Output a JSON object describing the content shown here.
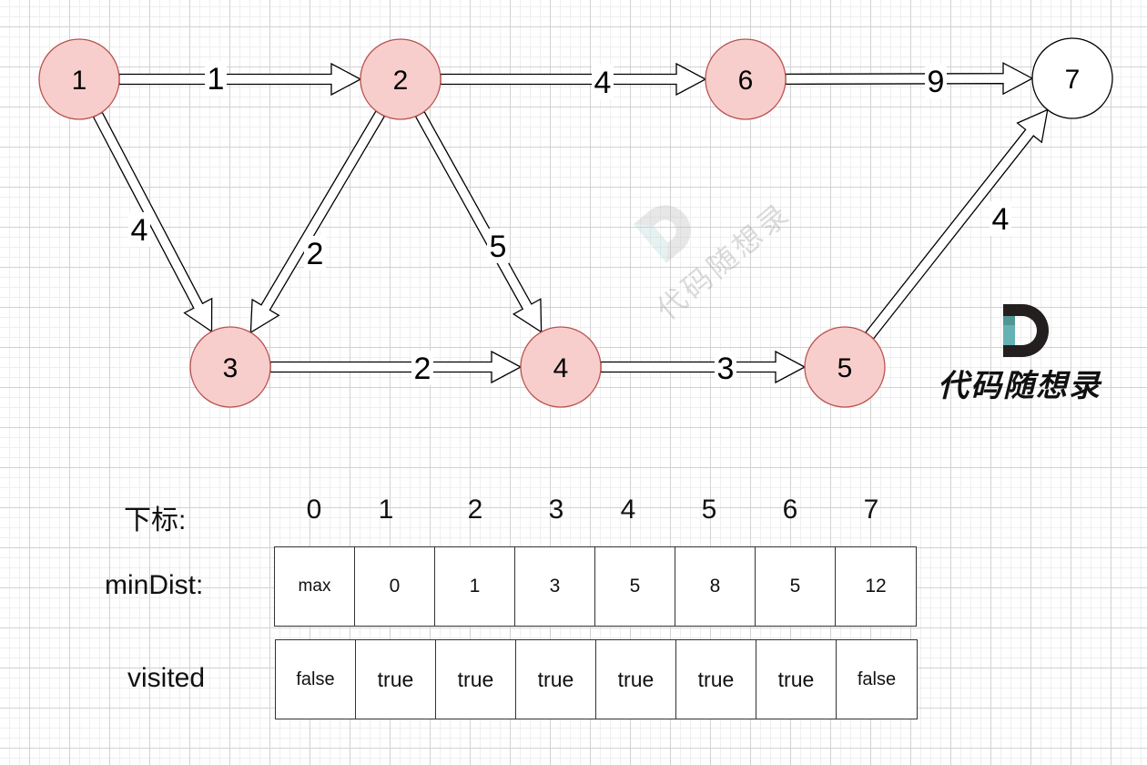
{
  "graph": {
    "nodes": [
      {
        "id": "1",
        "label": "1",
        "state": "visited"
      },
      {
        "id": "2",
        "label": "2",
        "state": "visited"
      },
      {
        "id": "6",
        "label": "6",
        "state": "visited"
      },
      {
        "id": "7",
        "label": "7",
        "state": "unvisited"
      },
      {
        "id": "3",
        "label": "3",
        "state": "visited"
      },
      {
        "id": "4",
        "label": "4",
        "state": "visited"
      },
      {
        "id": "5",
        "label": "5",
        "state": "visited"
      }
    ],
    "edges": [
      {
        "from": "1",
        "to": "2",
        "weight": "1"
      },
      {
        "from": "2",
        "to": "6",
        "weight": "4"
      },
      {
        "from": "6",
        "to": "7",
        "weight": "9"
      },
      {
        "from": "1",
        "to": "3",
        "weight": "4"
      },
      {
        "from": "2",
        "to": "3",
        "weight": "2"
      },
      {
        "from": "2",
        "to": "4",
        "weight": "5"
      },
      {
        "from": "3",
        "to": "4",
        "weight": "2"
      },
      {
        "from": "4",
        "to": "5",
        "weight": "3"
      },
      {
        "from": "5",
        "to": "7",
        "weight": "4"
      }
    ],
    "colors": {
      "visited_fill": "#f8cecc",
      "visited_stroke": "#b85450",
      "unvisited_fill": "#ffffff",
      "unvisited_stroke": "#000000"
    }
  },
  "watermark": {
    "text": "代码随想录"
  },
  "logo": {
    "text": "代码随想录"
  },
  "table": {
    "index_label": "下标:",
    "indices": [
      "0",
      "1",
      "2",
      "3",
      "4",
      "5",
      "6",
      "7"
    ],
    "min_dist_label": "minDist:",
    "min_dist": [
      "max",
      "0",
      "1",
      "3",
      "5",
      "8",
      "5",
      "12"
    ],
    "visited_label": "visited",
    "visited": [
      "false",
      "true",
      "true",
      "true",
      "true",
      "true",
      "true",
      "false"
    ]
  }
}
